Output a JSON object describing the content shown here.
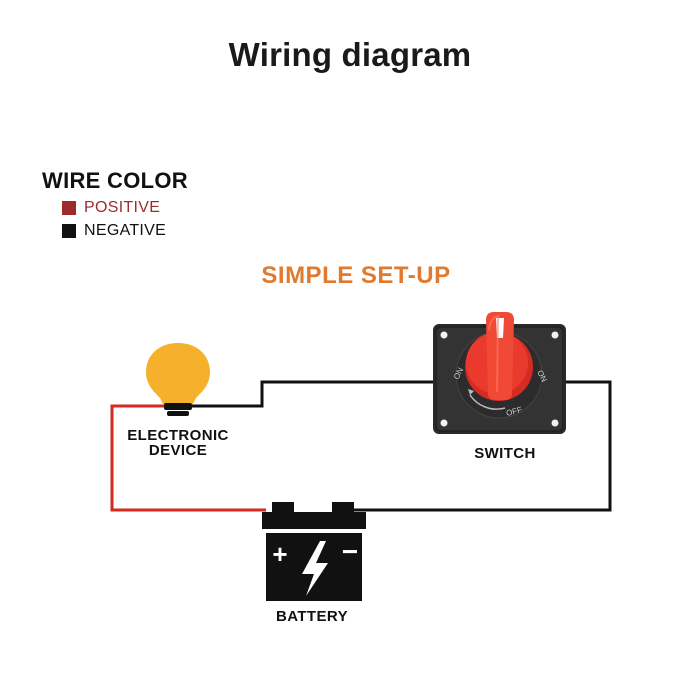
{
  "title": "Wiring diagram",
  "legend": {
    "title": "WIRE COLOR",
    "items": [
      {
        "label": "POSITIVE",
        "color": "#9e2a2b"
      },
      {
        "label": "NEGATIVE",
        "color": "#111111"
      }
    ]
  },
  "subtitle": "SIMPLE SET-UP",
  "subtitle_color": "#e07a2e",
  "components": {
    "device_label_line1": "ELECTRONIC",
    "device_label_line2": "DEVICE",
    "switch_label": "SWITCH",
    "battery_label": "BATTERY",
    "battery_plus": "+",
    "battery_minus": "−"
  },
  "switch_markings": {
    "left": "ON",
    "right": "ON",
    "bottom": "OFF"
  },
  "colors": {
    "positive_wire": "#d42a20",
    "negative_wire": "#111111",
    "bulb": "#f6b12c",
    "knob": "#e8322a"
  }
}
